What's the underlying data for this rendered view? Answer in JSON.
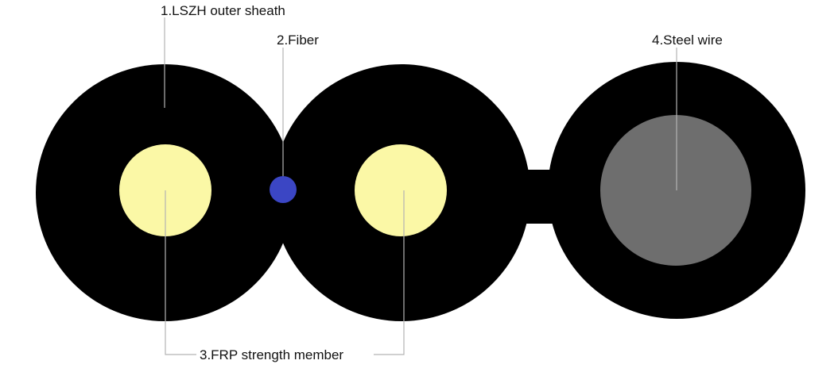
{
  "labels": {
    "outer_sheath": "1.LSZH outer sheath",
    "fiber": "2.Fiber",
    "strength_member": "3.FRP strength member",
    "steel_wire": "4.Steel wire"
  },
  "colors": {
    "sheath": "#000000",
    "frp_member": "#fbf8a6",
    "fiber": "#3b46c4",
    "steel_wire": "#6e6e6e",
    "leader_lines": "#b3b3b3",
    "background": "#ffffff"
  }
}
